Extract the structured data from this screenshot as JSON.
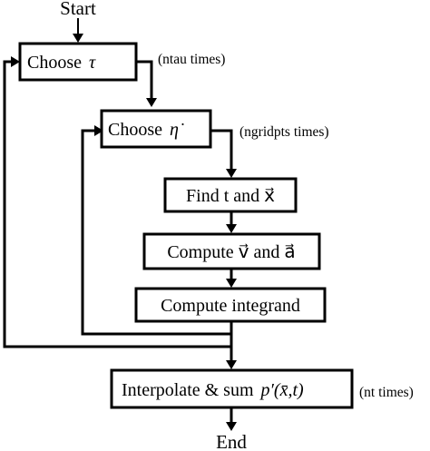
{
  "diagram": {
    "start": "Start",
    "end": "End",
    "boxes": {
      "choose_tau": {
        "text": "Choose",
        "math": "τ"
      },
      "choose_eta": {
        "text": "Choose",
        "math": "η̇"
      },
      "find": {
        "text": "Find t and x⃗"
      },
      "compute_va": {
        "text": "Compute v⃗ and a⃗"
      },
      "integrand": {
        "text": "Compute integrand"
      },
      "interp": {
        "text": "Interpolate & sum",
        "math": "p′(x̄,t)"
      }
    },
    "notes": {
      "ntau": "(ntau times)",
      "ngridpts": "(ngridpts times)",
      "nt": "(nt times)"
    }
  }
}
